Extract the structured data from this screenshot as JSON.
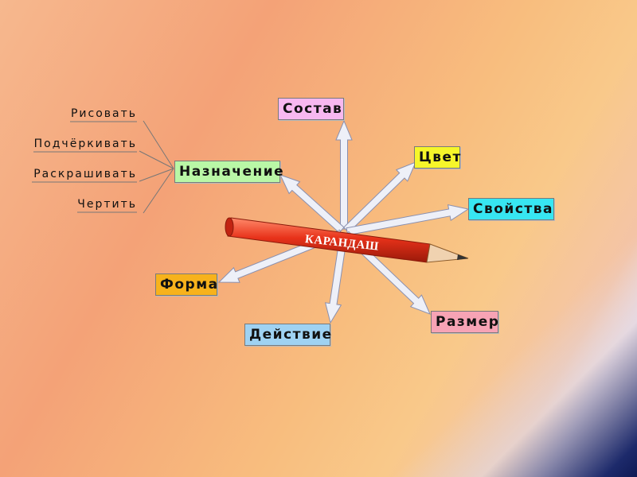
{
  "center": {
    "label": "КАРАНДАШ"
  },
  "nodes": {
    "sostav": "Состав",
    "tsvet": "Цвет",
    "svoystva": "Свойства",
    "naznachenie": "Назначение",
    "forma": "Форма",
    "deystvie": "Действие",
    "razmer": "Размер"
  },
  "naznachenie_items": [
    "Рисовать",
    "Подчёркивать",
    "Раскрашивать",
    "Чертить"
  ],
  "colors": {
    "sostav": "#f7b8f0",
    "tsvet": "#f6f62a",
    "svoystva": "#37e6f2",
    "naznachenie": "#b9f7a6",
    "forma": "#f7b21c",
    "deystvie": "#9fd2f2",
    "razmer": "#f7a3b5",
    "pencil": "#e8321a",
    "arrow_fill": "#eef0f8"
  }
}
